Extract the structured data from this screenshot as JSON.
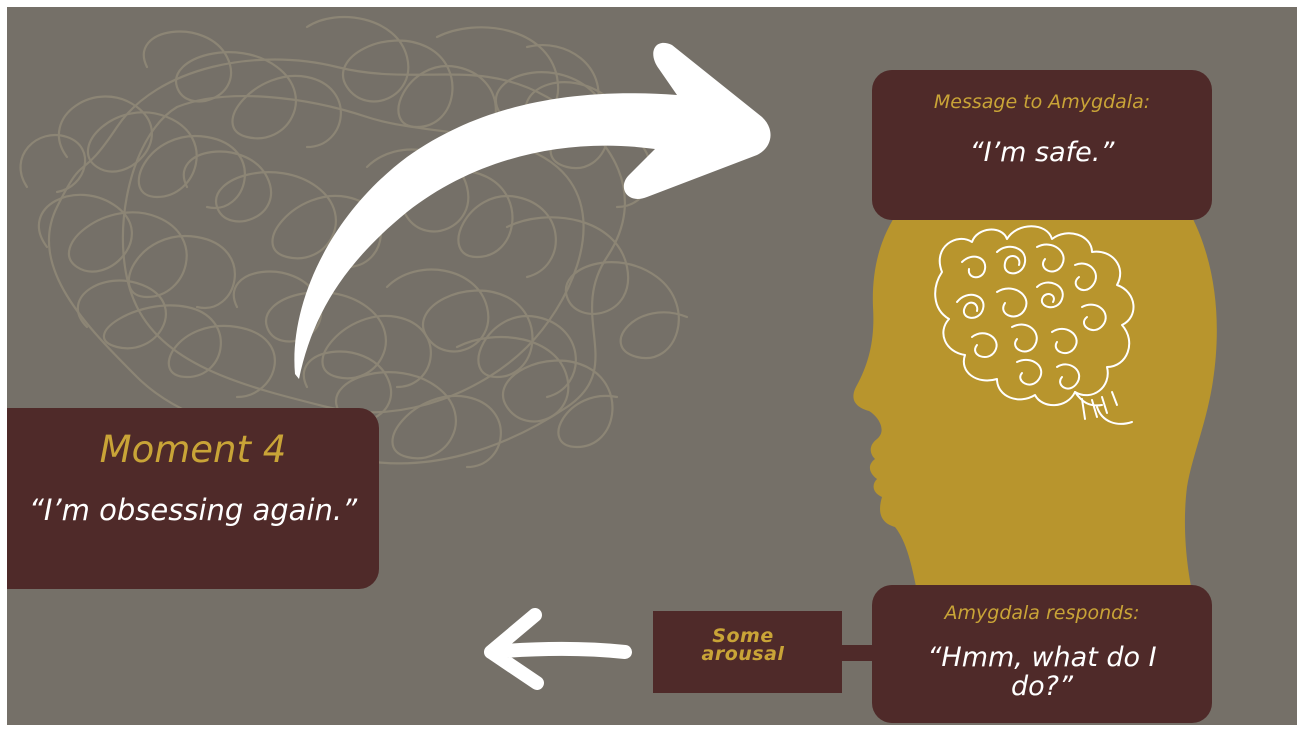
{
  "moment": {
    "title": "Moment 4",
    "quote": "“I’m obsessing again.”"
  },
  "message": {
    "label": "Message to Amygdala:",
    "quote": "“I’m safe.”"
  },
  "response": {
    "label": "Amygdala responds:",
    "quote": "“Hmm, what do I do?”"
  },
  "arousal": {
    "label": "Some arousal"
  },
  "colors": {
    "background": "#757068",
    "box": "#4f2a29",
    "accent_gold": "#c9a437",
    "head": "#b8952d",
    "text": "#ffffff"
  }
}
